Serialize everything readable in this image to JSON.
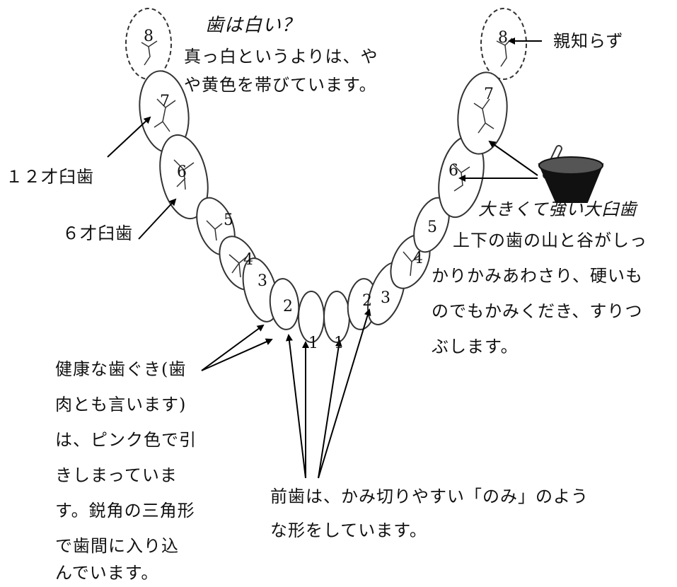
{
  "teeth": {
    "numbers": [
      "8",
      "7",
      "6",
      "5",
      "4",
      "3",
      "2",
      "1",
      "1",
      "2",
      "3",
      "4",
      "5",
      "6",
      "7",
      "8"
    ]
  },
  "labels": {
    "white_heading": "歯は白い？",
    "white_body_1": "真っ白というよりは、や",
    "white_body_2": "や黄色を帯びています。",
    "wisdom": "親知らず",
    "molar_12": "１２才臼歯",
    "molar_6": "６才臼歯",
    "strong_heading": "大きくて強い大臼歯",
    "strong_body_1": "上下の歯の山と谷がしっ",
    "strong_body_2": "かりかみあわさり、硬いも",
    "strong_body_3": "のでもかみくだき、すりつ",
    "strong_body_4": "ぶします。",
    "gum_1": "健康な歯ぐき(歯",
    "gum_2": "肉とも言います)",
    "gum_3": "は、ピンク色で引",
    "gum_4": "きしまっていま",
    "gum_5": "す。鋭角の三角形",
    "gum_6": "で歯間に入り込",
    "gum_7": "んでいます。",
    "front_1": "前歯は、かみ切りやすい「のみ」のよう",
    "front_2": "な形をしています。"
  }
}
